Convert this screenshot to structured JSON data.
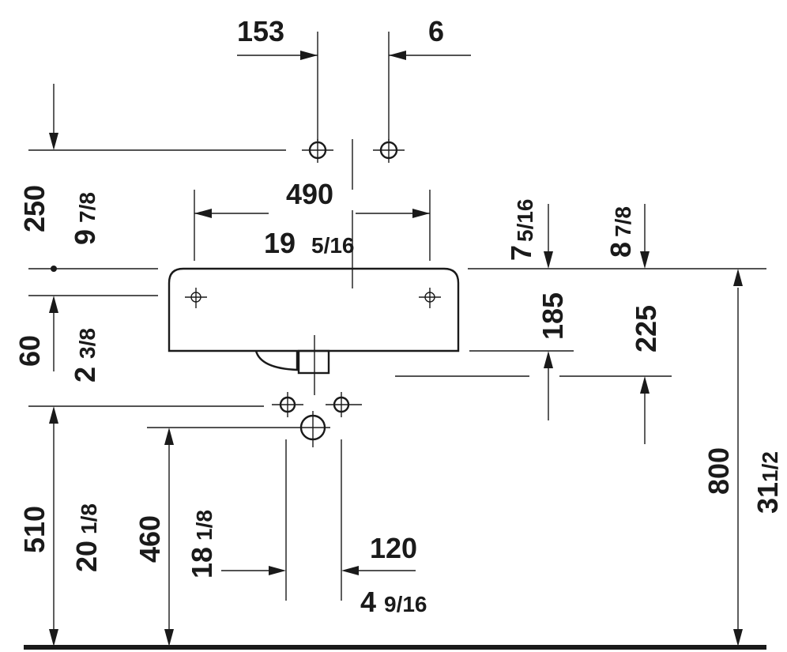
{
  "diagram": {
    "labels": {
      "dim_153": "153",
      "dim_6": "6",
      "dim_490": "490",
      "dim_19_5_16_whole": "19",
      "dim_19_5_16_frac": "5/16",
      "dim_250": "250",
      "dim_9_7_8_whole": "9",
      "dim_9_7_8_frac": "7/8",
      "dim_7_5_16_whole": "7",
      "dim_7_5_16_frac": "5/16",
      "dim_8_7_8_whole": "8",
      "dim_8_7_8_frac": "7/8",
      "dim_185": "185",
      "dim_225": "225",
      "dim_60": "60",
      "dim_2_3_8_whole": "2",
      "dim_2_3_8_frac": "3/8",
      "dim_510": "510",
      "dim_20_1_8_whole": "20",
      "dim_20_1_8_frac": "1/8",
      "dim_460": "460",
      "dim_18_1_8_whole": "18",
      "dim_18_1_8_frac": "1/8",
      "dim_120": "120",
      "dim_4_9_16_whole": "4",
      "dim_4_9_16_frac": "9/16",
      "dim_800": "800",
      "dim_31_1_2_whole": "31",
      "dim_31_1_2_frac": "1/2"
    }
  }
}
